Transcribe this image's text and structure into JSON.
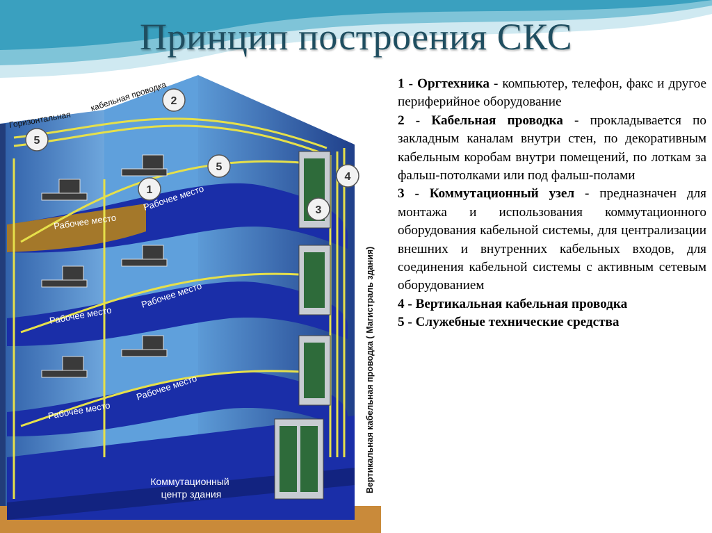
{
  "slide": {
    "title": "Принцип построения СКС",
    "colors": {
      "title": "#1f4e60",
      "wave": "#7fc4d8",
      "floor": "#1a2ea8",
      "cable": "#e6e04a",
      "wall": "#4f88c8"
    }
  },
  "diagram": {
    "labels": {
      "horizontal": "Горизонтальная",
      "cabling": "кабельная проводка",
      "vertical": "Вертикальная кабельная проводка ( Магистраль здания)",
      "workplace": "Рабочее место",
      "center_line1": "Коммутационный",
      "center_line2": "центр здания"
    },
    "markers": [
      "1",
      "2",
      "3",
      "4",
      "5",
      "5"
    ]
  },
  "legend": {
    "items": [
      {
        "num": "1 - ",
        "term": "Оргтехника",
        "text": " - компьютер, телефон, факс и другое периферийное оборудование"
      },
      {
        "num": "2 - ",
        "term": "Кабельная проводка",
        "text": " - прокладывается по закладным каналам внутри стен, по декоративным кабельным коробам внутри помещений, по лоткам за фальш-потолками или под фальш-полами"
      },
      {
        "num": "3 - ",
        "term": "Коммутационный узел",
        "text": " - предназначен для монтажа и использования коммутационного оборудования кабельной системы, для централизации внешних и внутренних кабельных входов, для соединения кабельной системы с активным сетевым оборудованием"
      },
      {
        "num": "4 - ",
        "term": "Вертикальная кабельная проводка",
        "text": ""
      },
      {
        "num": "5 - ",
        "term": "Служебные технические средства",
        "text": ""
      }
    ]
  }
}
